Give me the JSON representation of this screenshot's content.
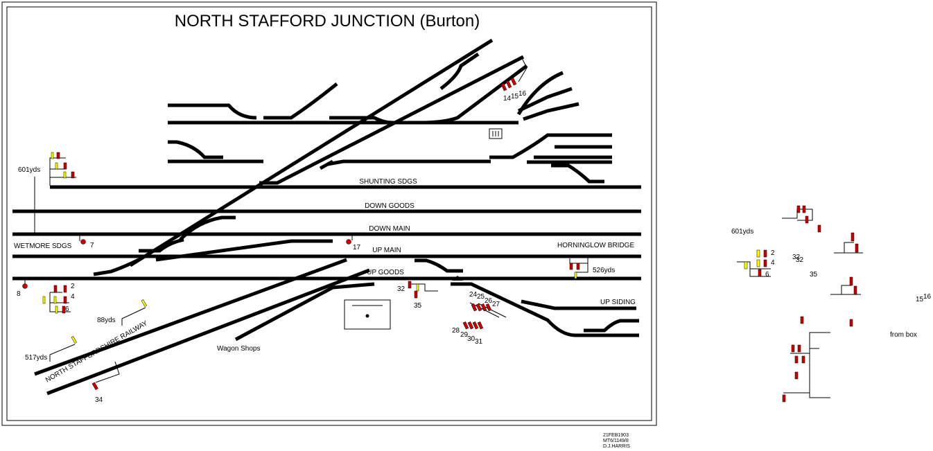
{
  "title": "NORTH STAFFORD JUNCTION (Burton)",
  "tracks": {
    "shunting": "SHUNTING SDGS",
    "down_goods": "DOWN GOODS",
    "down_main": "DOWN MAIN",
    "up_main": "UP MAIN",
    "up_goods": "UP GOODS",
    "up_siding": "UP SIDING",
    "nsr": "NORTH STAFFORDSHIRE RAILWAY"
  },
  "places": {
    "wetmore": "WETMORE SDGS",
    "horninglow": "HORNINGLOW BRIDGE",
    "wagon_shops": "Wagon Shops"
  },
  "distances": {
    "d601": "601yds",
    "d517": "517yds",
    "d88": "88yds",
    "d526": "526yds",
    "d601b": "601yds"
  },
  "levers": {
    "n2": "2",
    "n4": "4",
    "n6": "6",
    "n7": "7",
    "n8": "8",
    "n17": "17",
    "n32": "32",
    "n35": "35",
    "n34": "34",
    "n14": "14",
    "n15": "15",
    "n16": "16",
    "n24": "24",
    "n25": "25",
    "n26": "26",
    "n27": "27",
    "n28": "28",
    "n29": "29",
    "n30": "30",
    "n31": "31"
  },
  "footer": {
    "line1": "21FEB1903",
    "line2": "MT6/1149/8",
    "line3": "D.J.HARRIS"
  },
  "side": {
    "d601": "601yds",
    "n2": "2",
    "n4": "4",
    "n6": "6",
    "n32a": "32",
    "n32b": "32",
    "n35": "35",
    "n15": "15",
    "n16": "16",
    "from_box": "from box"
  },
  "colors": {
    "signal_red": "#cc0000",
    "signal_yellow": "#ffff00",
    "track": "#000000"
  }
}
